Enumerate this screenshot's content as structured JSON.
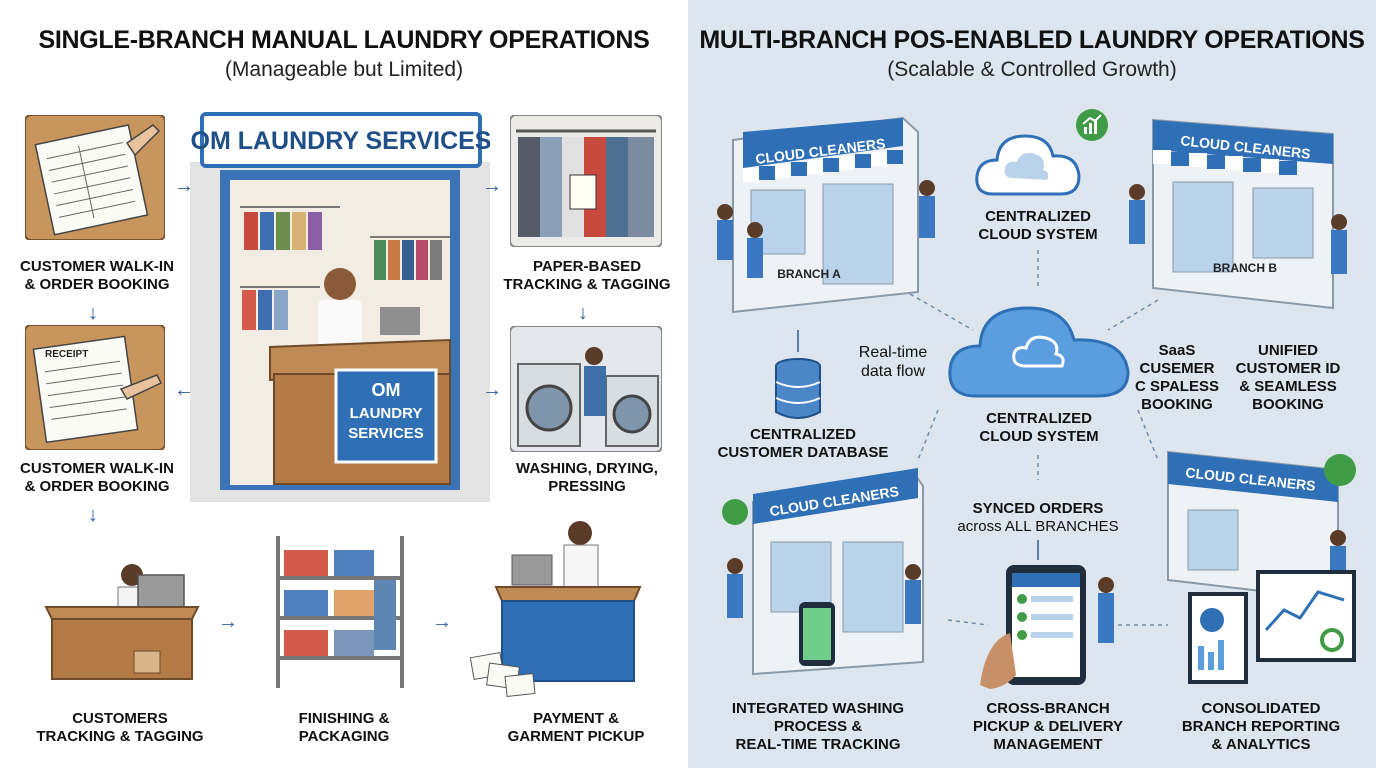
{
  "left": {
    "title": "SINGLE-BRANCH MANUAL LAUNDRY OPERATIONS",
    "subtitle": "(Manageable but Limited)",
    "shop_sign": "OM LAUNDRY SERVICES",
    "counter_sign": [
      "OM",
      "LAUNDRY",
      "SERVICES"
    ],
    "receipt_text": "RECEIPT",
    "steps": {
      "walkin_1": [
        "CUSTOMER WALK-IN",
        "& ORDER BOOKING"
      ],
      "walkin_2": [
        "CUSTOMER WALK-IN",
        "& ORDER BOOKING"
      ],
      "tracking": [
        "PAPER-BASED",
        "TRACKING & TAGGING"
      ],
      "washing": [
        "WASHING, DRYING,",
        "PRESSING"
      ],
      "customers": [
        "CUSTOMERS",
        "TRACKING & TAGGING"
      ],
      "finishing": [
        "FINISHING &",
        "PACKAGING"
      ],
      "payment": [
        "PAYMENT &",
        "GARMENT PICKUP"
      ]
    }
  },
  "right": {
    "title": "MULTI-BRANCH POS-ENABLED LAUNDRY OPERATIONS",
    "subtitle": "(Scalable & Controlled Growth)",
    "store_name": "CLOUD CLEANERS",
    "branch_a": "BRANCH A",
    "branch_b": "BRANCH B",
    "top_cloud": [
      "CENTRALIZED",
      "CLOUD SYSTEM"
    ],
    "main_cloud": [
      "CENTRALIZED",
      "CLOUD SYSTEM"
    ],
    "realtime": [
      "Real-time",
      "data flow"
    ],
    "saas": [
      "SaaS",
      "CUSEMER",
      "C SPALESS",
      "BOOKING"
    ],
    "unified": [
      "UNIFIED",
      "CUSTOMER ID",
      "& SEAMLESS",
      "BOOKING"
    ],
    "database": [
      "CENTRALIZED",
      "CUSTOMER DATABASE"
    ],
    "synced": [
      "SYNCED ORDERS",
      "across ALL BRANCHES"
    ],
    "integrated": [
      "INTEGRATED WASHING",
      "PROCESS &",
      "REAL-TIME TRACKING"
    ],
    "cross_branch": [
      "CROSS-BRANCH",
      "PICKUP & DELIVERY",
      "MANAGEMENT"
    ],
    "consolidated": [
      "CONSOLIDATED",
      "BRANCH REPORTING",
      "& ANALYTICS"
    ]
  },
  "colors": {
    "accent_blue": "#2e6fb5",
    "dark_blue": "#1e4f86",
    "right_bg": "#dde6ef",
    "wood": "#c08a55",
    "growth_green": "#3f9b45"
  },
  "icons": [
    "arrow-right-icon",
    "arrow-down-icon",
    "arrow-left-icon",
    "cloud-icon",
    "database-icon",
    "growth-chart-icon",
    "leaf-icon"
  ]
}
